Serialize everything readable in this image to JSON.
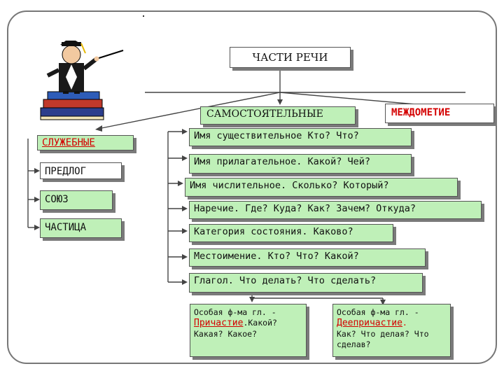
{
  "title": "ЧАСТИ РЕЧИ",
  "samost": "САМОСТОЯТЕЛЬНЫЕ",
  "mezhd": "МЕЖДОМЕТИЕ",
  "sluzh": "СЛУЖЕБНЫЕ",
  "sluzh_items": [
    "ПРЕДЛОГ",
    "СОЮЗ",
    "ЧАСТИЦА"
  ],
  "samost_items": [
    "Имя существительное Кто? Что?",
    "Имя прилагательное. Какой? Чей?",
    "Имя числительное. Сколько? Который?",
    "Наречие. Где? Куда? Как? Зачем? Откуда?",
    "Категория состояния. Каково?",
    "Местоимение. Кто? Что? Какой?",
    "Глагол. Что делать? Что сделать?"
  ],
  "prich": {
    "head": "Особая ф-ма гл. -",
    "name": "Причастие",
    "q1": ".Какой?",
    "q2": "Какая? Какое?"
  },
  "deeprich": {
    "head": "Особая ф-ма гл. -",
    "name": "Деепричастие",
    "dot": ".",
    "q": "Как? Что делая? Что сделав?"
  },
  "colors": {
    "green": "#bff0b8",
    "red": "#d40000",
    "line": "#444444"
  },
  "illustration": "teacher-with-pointer-on-books"
}
